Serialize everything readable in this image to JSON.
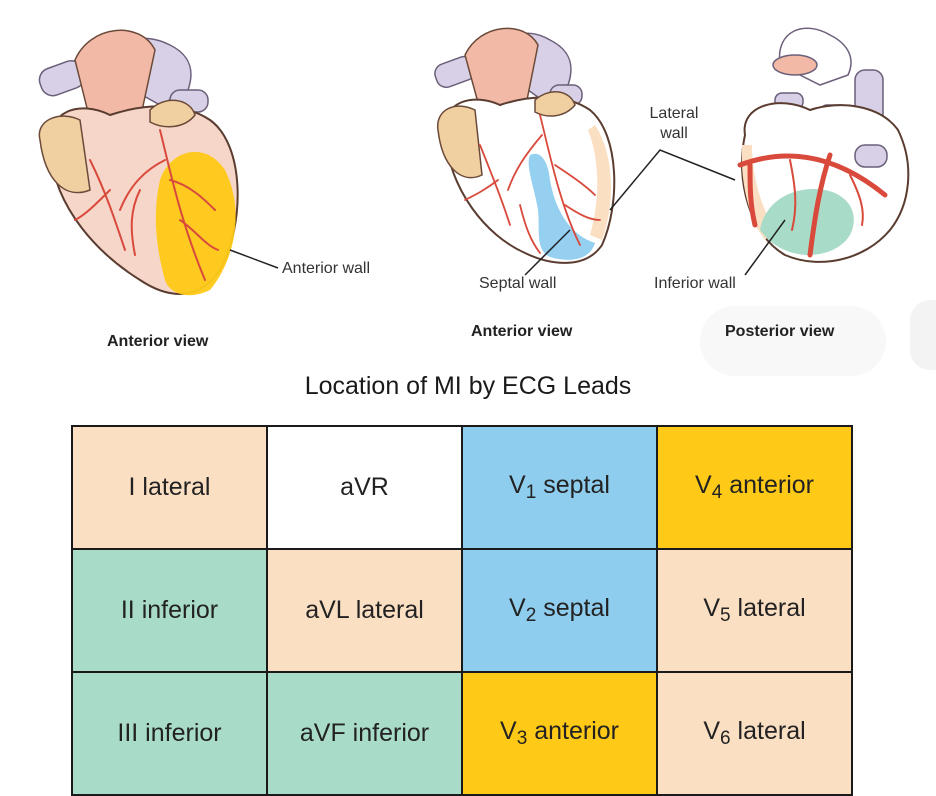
{
  "figures": [
    {
      "caption": "Anterior view",
      "callouts": [
        "Anterior wall"
      ]
    },
    {
      "caption": "Anterior view",
      "callouts": [
        "Septal wall",
        "Lateral wall"
      ]
    },
    {
      "caption": "Posterior view",
      "callouts": [
        "Inferior wall"
      ]
    }
  ],
  "title": "Location of MI by ECG Leads",
  "colors": {
    "lateral": "#fbdfc3",
    "inferior": "#a8dcc8",
    "septal": "#8fcdef",
    "anterior": "#fec917",
    "none": "#ffffff",
    "heart_base": "#f6d6c9",
    "vessel": "#d94a3d",
    "great_vessels": "#d8d0e6",
    "atrium": "#f0cfa0"
  },
  "table": {
    "rows": [
      [
        {
          "lead": "I",
          "sub": "",
          "region": "lateral",
          "color_key": "lateral"
        },
        {
          "lead": "aVR",
          "sub": "",
          "region": "",
          "color_key": "none"
        },
        {
          "lead": "V",
          "sub": "1",
          "region": "septal",
          "color_key": "septal"
        },
        {
          "lead": "V",
          "sub": "4",
          "region": "anterior",
          "color_key": "anterior"
        }
      ],
      [
        {
          "lead": "II",
          "sub": "",
          "region": "inferior",
          "color_key": "inferior"
        },
        {
          "lead": "aVL",
          "sub": "",
          "region": "lateral",
          "color_key": "lateral"
        },
        {
          "lead": "V",
          "sub": "2",
          "region": "septal",
          "color_key": "septal"
        },
        {
          "lead": "V",
          "sub": "5",
          "region": "lateral",
          "color_key": "lateral"
        }
      ],
      [
        {
          "lead": "III",
          "sub": "",
          "region": "inferior",
          "color_key": "inferior"
        },
        {
          "lead": "aVF",
          "sub": "",
          "region": "inferior",
          "color_key": "inferior"
        },
        {
          "lead": "V",
          "sub": "3",
          "region": "anterior",
          "color_key": "anterior"
        },
        {
          "lead": "V",
          "sub": "6",
          "region": "lateral",
          "color_key": "lateral"
        }
      ]
    ]
  }
}
